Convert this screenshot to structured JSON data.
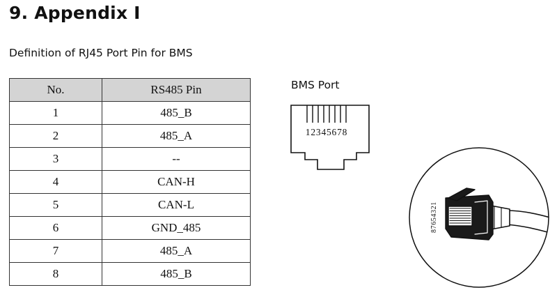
{
  "heading": "9. Appendix I",
  "subtitle": "Definition of RJ45 Port Pin for BMS",
  "table": {
    "headers": [
      "No.",
      "RS485 Pin"
    ],
    "rows": [
      {
        "no": "1",
        "pin": "485_B"
      },
      {
        "no": "2",
        "pin": "485_A"
      },
      {
        "no": "3",
        "pin": "--"
      },
      {
        "no": "4",
        "pin": "CAN-H"
      },
      {
        "no": "5",
        "pin": "CAN-L"
      },
      {
        "no": "6",
        "pin": "GND_485"
      },
      {
        "no": "7",
        "pin": "485_A"
      },
      {
        "no": "8",
        "pin": "485_B"
      }
    ]
  },
  "port": {
    "label": "BMS Port",
    "pin_numbers": "12345678"
  },
  "plug": {
    "pin_numbers": "87654321"
  }
}
